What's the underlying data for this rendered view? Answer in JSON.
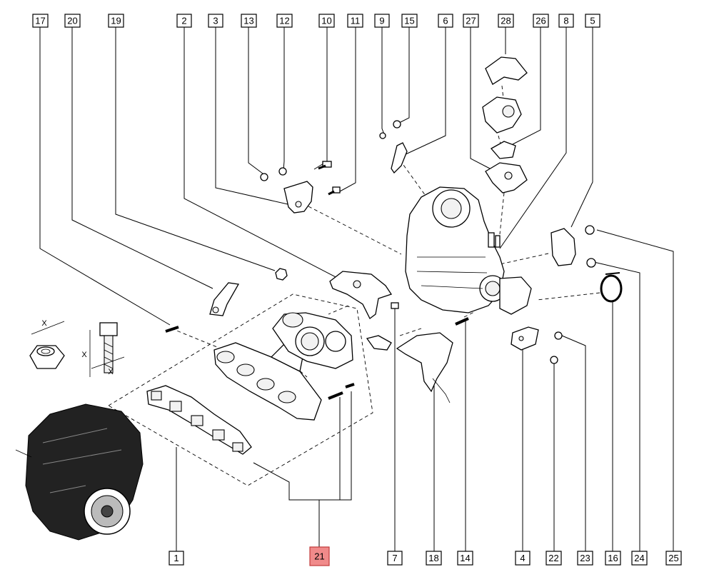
{
  "callouts": {
    "c17": "17",
    "c20": "20",
    "c19": "19",
    "c2": "2",
    "c3": "3",
    "c13": "13",
    "c12": "12",
    "c10": "10",
    "c11": "11",
    "c9": "9",
    "c15": "15",
    "c6": "6",
    "c27": "27",
    "c28": "28",
    "c26": "26",
    "c8": "8",
    "c5": "5",
    "c1": "1",
    "c21": "21",
    "c7": "7",
    "c18": "18",
    "c14": "14",
    "c4": "4",
    "c22": "22",
    "c23": "23",
    "c16": "16",
    "c24": "24",
    "c25": "25"
  },
  "dimension_labels": {
    "x_nut": "X",
    "x_bolt_side": "X",
    "x_bolt_bottom": "X"
  },
  "colors": {
    "highlight_fill": "#f08a8a",
    "highlight_stroke": "#c23a3a",
    "line": "#000000"
  },
  "highlighted_callout": "21"
}
